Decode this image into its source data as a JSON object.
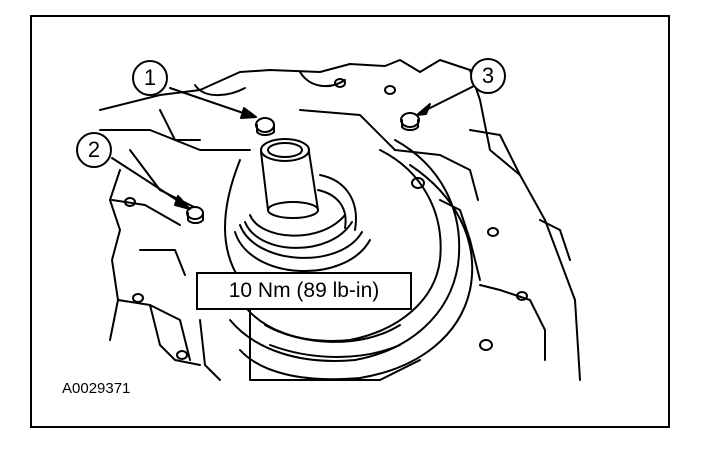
{
  "callouts": [
    "1",
    "2",
    "3"
  ],
  "torque_label": "10 Nm (89 lb-in)",
  "figure_id": "A0029371",
  "colors": {
    "line": "#000000",
    "background": "#ffffff"
  }
}
